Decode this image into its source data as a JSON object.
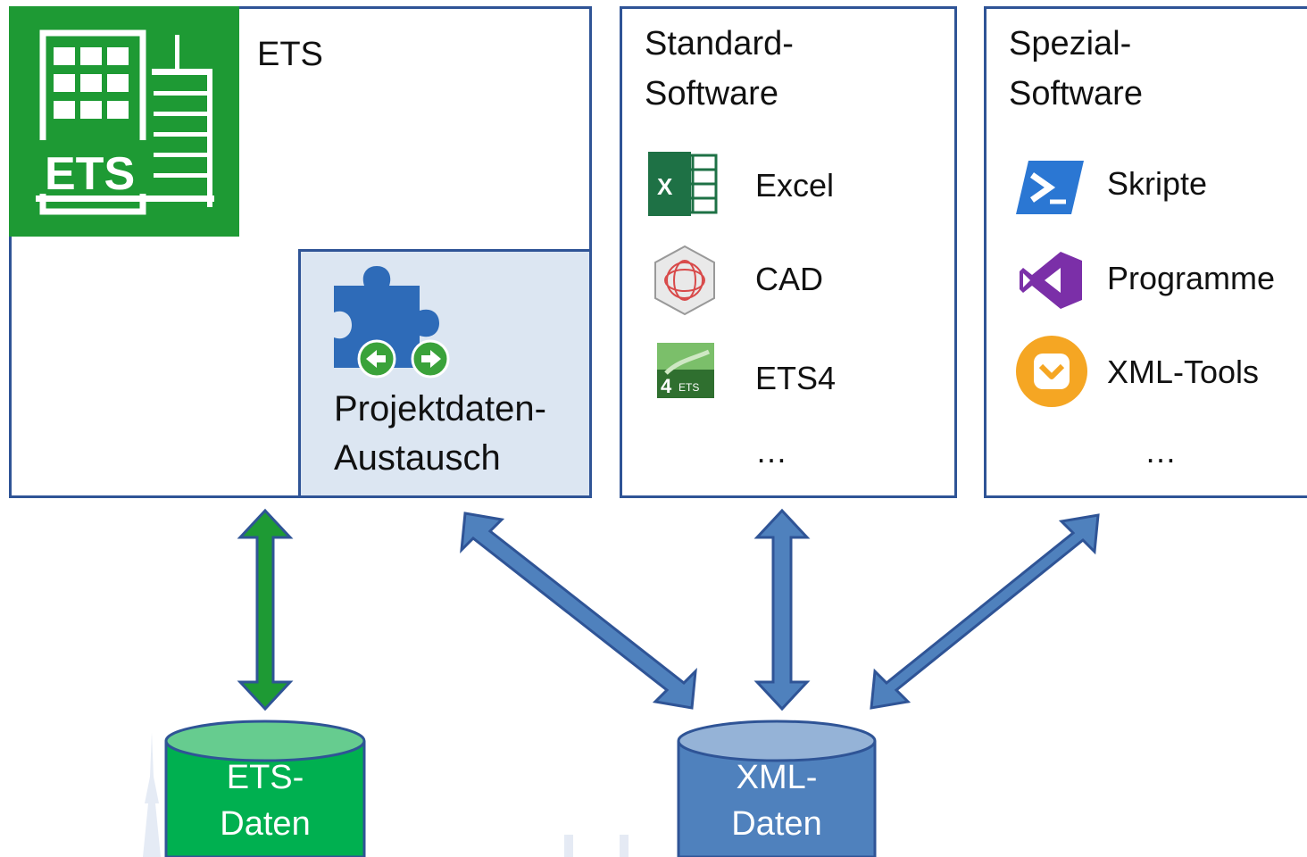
{
  "ets_box": {
    "title": "ETS"
  },
  "exchange_box": {
    "line1": "Projektdaten-",
    "line2": "Austausch"
  },
  "standard_box": {
    "title_line1": "Standard-",
    "title_line2": "Software",
    "items": [
      {
        "label": "Excel",
        "icon": "excel-icon"
      },
      {
        "label": "CAD",
        "icon": "cad-icon"
      },
      {
        "label": "ETS4",
        "icon": "ets4-icon"
      }
    ],
    "more": "…"
  },
  "special_box": {
    "title_line1": "Spezial-",
    "title_line2": "Software",
    "items": [
      {
        "label": "Skripte",
        "icon": "powershell-icon"
      },
      {
        "label": "Programme",
        "icon": "visual-studio-icon"
      },
      {
        "label": "XML-Tools",
        "icon": "xml-tools-icon"
      }
    ],
    "more": "…"
  },
  "databases": {
    "ets": {
      "line1": "ETS-",
      "line2": "Daten",
      "color": "#00b050"
    },
    "xml": {
      "line1": "XML-",
      "line2": "Daten",
      "color": "#4f81bd"
    }
  },
  "colors": {
    "border": "#2f5496",
    "ets_green": "#1e9a34",
    "arrow_blue": "#4f81bd",
    "exchange_bg": "#dce6f2"
  }
}
